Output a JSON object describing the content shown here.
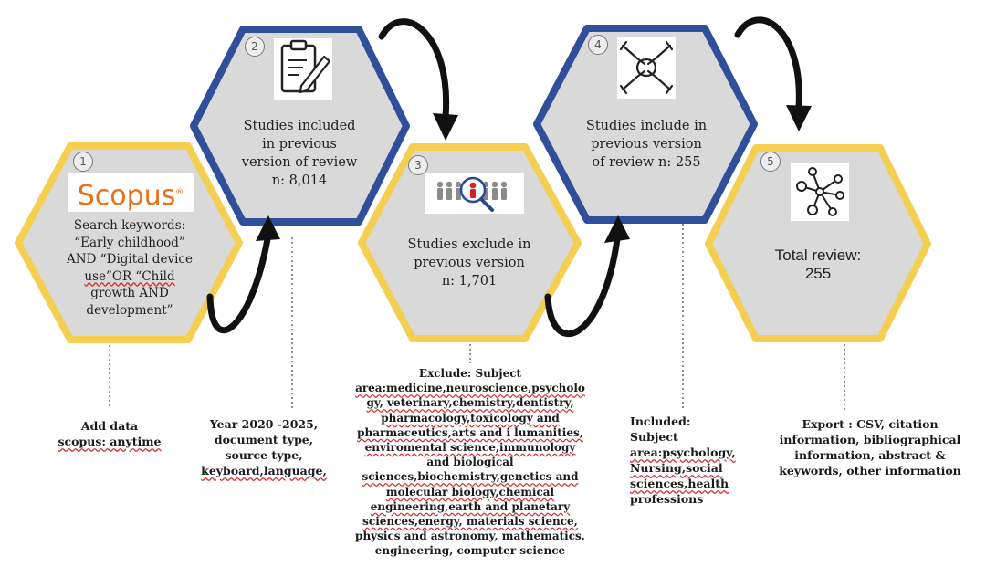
{
  "diagram": {
    "steps": [
      {
        "number": "1",
        "logo": "Scopus",
        "lines": [
          "Search keywords:",
          "“Early childhood”",
          "AND “Digital device",
          "use”OR “Child",
          "growth AND",
          "development”"
        ],
        "border_color": "#f4cf52"
      },
      {
        "number": "2",
        "icon": "clipboard-pencil-icon",
        "lines": [
          "Studies included",
          "in previous",
          "version of review",
          "n: 8,014"
        ],
        "border_color": "#2f4f9a"
      },
      {
        "number": "3",
        "icon": "people-magnifier-icon",
        "lines": [
          "Studies exclude in",
          "previous version",
          "n: 1,701"
        ],
        "border_color": "#f4cf52"
      },
      {
        "number": "4",
        "icon": "hands-together-icon",
        "lines": [
          "Studies include in",
          "previous version",
          "of review n: 255"
        ],
        "border_color": "#2f4f9a"
      },
      {
        "number": "5",
        "icon": "network-nodes-icon",
        "lines": [
          "Total review:",
          "255"
        ],
        "border_color": "#f4cf52"
      }
    ],
    "notes": {
      "add_data": [
        "Add data",
        "scopus: anytime"
      ],
      "year": [
        "Year 2020 -2025,",
        "document type,",
        "source type,",
        "keyboard,language,"
      ],
      "exclude": [
        "Exclude: Subject",
        "area:medicine,neuroscience,psycholo",
        "gy, veterinary,chemistry,dentistry,",
        "pharmacology,toxicology and",
        "pharmaceutics,arts and i lumanities,",
        "enviromental science,immunology",
        "and biological",
        "sciences,biochemistry,genetics and",
        "molecular biology,chemical",
        "engineering,earth and planetary",
        "sciences,energy, materials science,",
        "physics and astronomy, mathematics,",
        "engineering, computer science"
      ],
      "included": [
        "Included:",
        "Subject",
        "area:psychology,",
        "Nursing,social",
        "sciences,health",
        "professions"
      ],
      "export": [
        "Export : CSV, citation",
        "information, bibliographical",
        "information, abstract &",
        "keywords, other information"
      ]
    },
    "colors": {
      "hex_fill": "#d9d9d9",
      "yellow": "#f4cf52",
      "blue": "#2f4f9a",
      "arrow": "#111111"
    }
  }
}
